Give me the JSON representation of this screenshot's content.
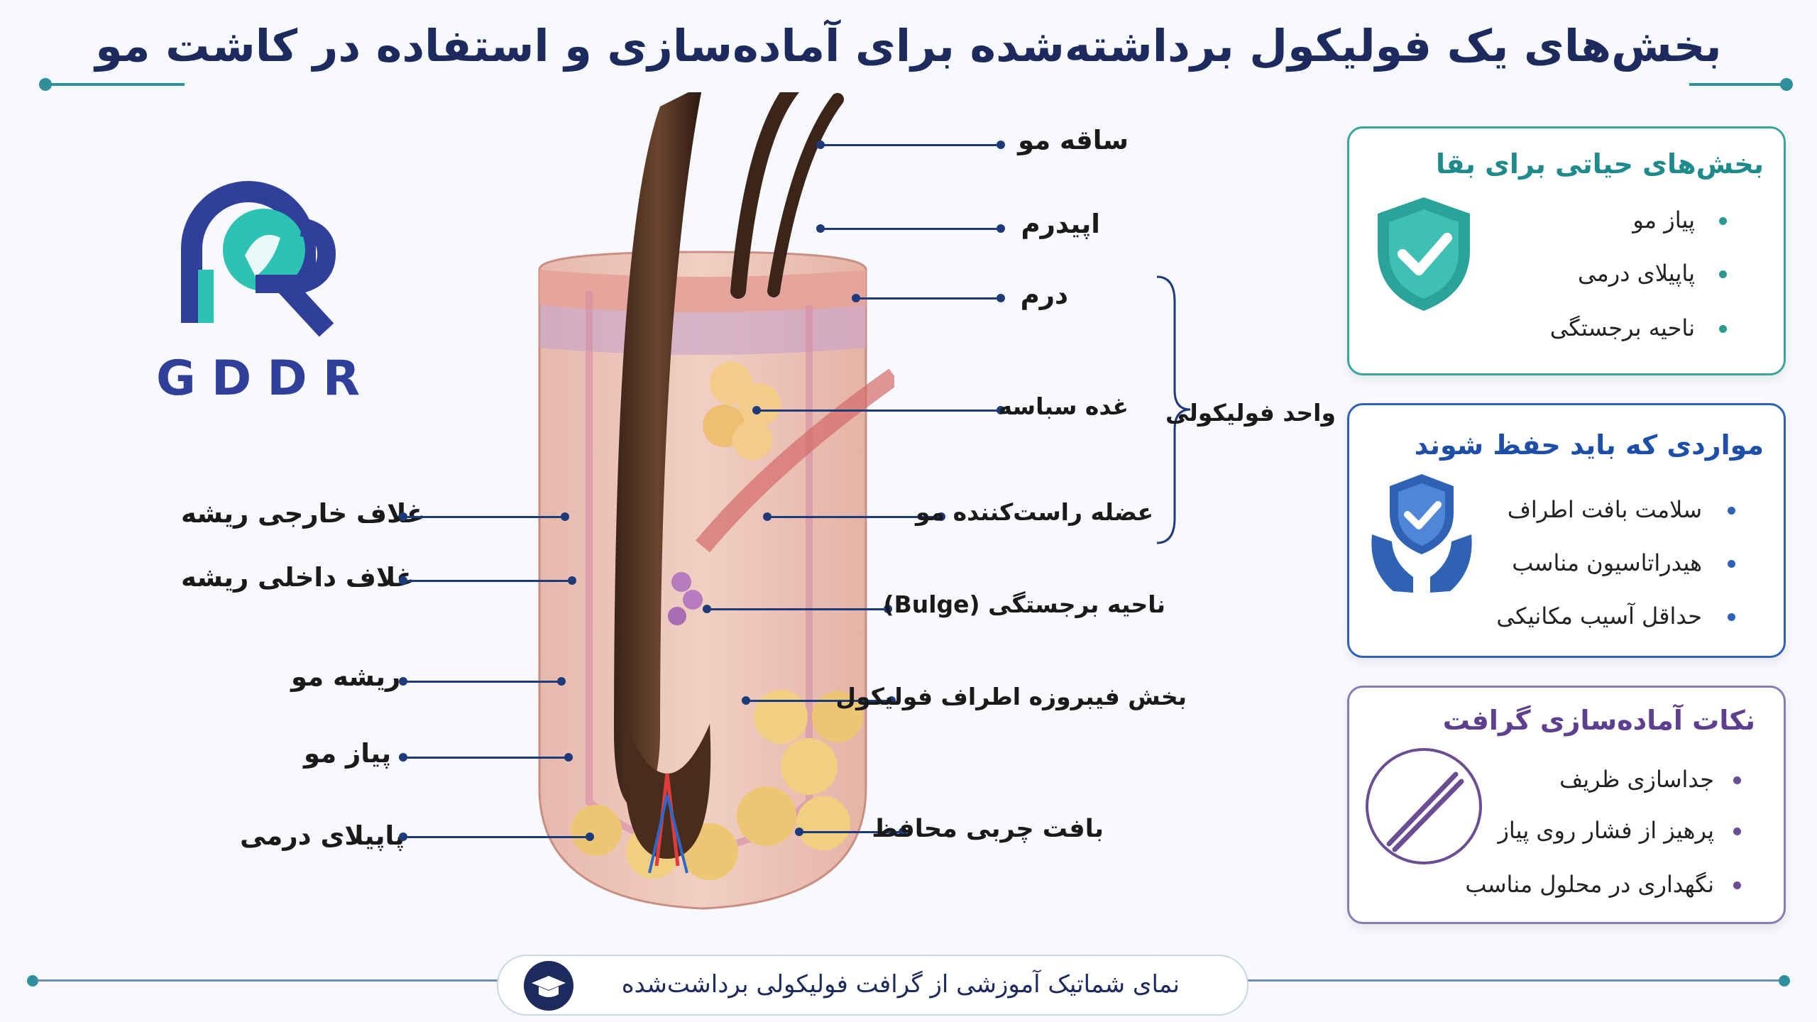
{
  "title": "بخش‌های یک فولیکول برداشته‌شده برای آماده‌سازی و استفاده در کاشت مو",
  "logo": {
    "text": "GDDR"
  },
  "labels_right": {
    "hair_shaft": "ساقه مو",
    "epidermis": "اپیدرم",
    "dermis": "درم",
    "sebaceous_gland": "غده سباسه",
    "arrector_muscle": "عضله راست‌کننده مو",
    "follicular_unit": "واحد فولیکولی",
    "bulge": "ناحیه برجستگی (Bulge)",
    "perifollicular_fibrous": "بخش فیبروزه اطراف فولیکول",
    "fat_tissue": "بافت چربی محافظ"
  },
  "labels_left": {
    "outer_root_sheath": "غلاف خارجی ریشه",
    "inner_root_sheath": "غلاف داخلی ریشه",
    "hair_root": "ریشه مو",
    "hair_bulb": "پیاز مو",
    "dermal_papilla": "پاپیلای درمی"
  },
  "panels": [
    {
      "title": "بخش‌های حیاتی برای بقا",
      "icon": "shield-check-icon",
      "items": [
        "پیاز مو",
        "پاپیلای درمی",
        "ناحیه برجستگی"
      ]
    },
    {
      "title": "مواردی که باید حفظ شوند",
      "icon": "hands-shield-icon",
      "items": [
        "سلامت بافت اطراف",
        "هیدراتاسیون مناسب",
        "حداقل آسیب مکانیکی"
      ]
    },
    {
      "title": "نکات آماده‌سازی گرافت",
      "icon": "tweezers-icon",
      "items": [
        "جداسازی ظریف",
        "پرهیز از فشار روی پیاز",
        "نگهداری در محلول مناسب"
      ]
    }
  ],
  "footer": {
    "text": "نمای شماتیک آموزشی از گرافت فولیکولی برداشت‌شده",
    "icon": "graduation-cap-icon"
  },
  "colors": {
    "accent": "#2f8f9d",
    "navy": "#1e3a78",
    "panel1": "#3aa59c",
    "panel2": "#2f62b4",
    "panel3": "#6a4d93"
  }
}
